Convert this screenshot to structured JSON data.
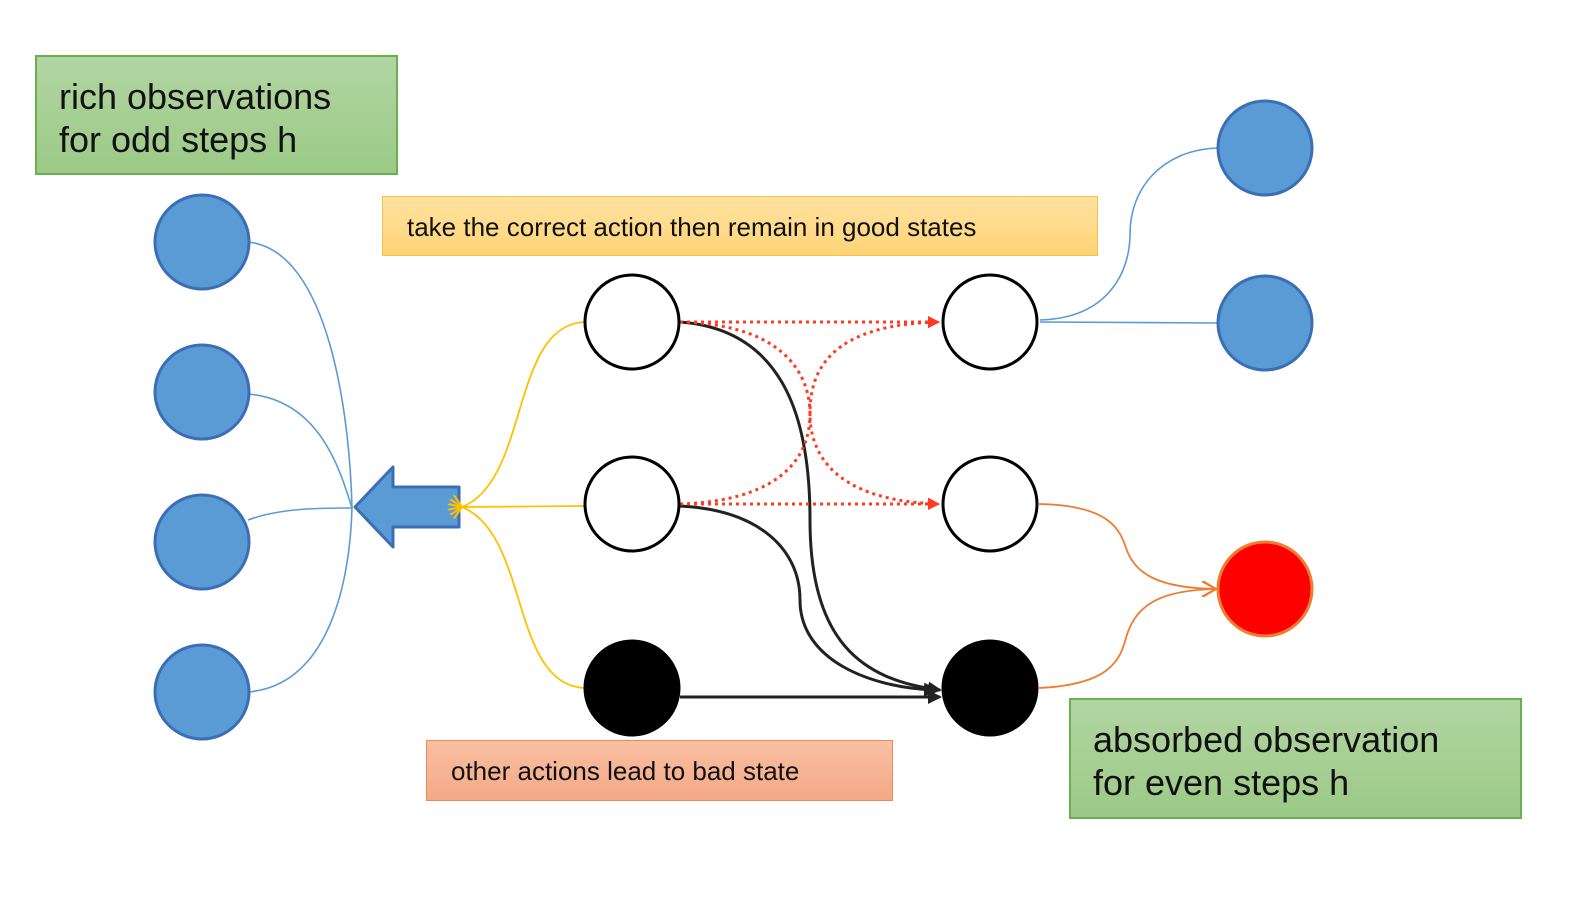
{
  "labels": {
    "rich_observations": [
      "rich observations",
      "for odd steps h"
    ],
    "absorbed_observation": [
      "absorbed observation",
      "for even steps h"
    ],
    "correct_action": "take the correct action then remain in good states",
    "bad_actions": "other actions lead to bad state"
  },
  "colors": {
    "observation_fill": "#5b9bd5",
    "observation_stroke": "#3a6fb5",
    "absorbed_fill": "#ff0000",
    "absorbed_stroke": "#ed7d31",
    "good_state_fill": "#ffffff",
    "bad_state_fill": "#000000",
    "emission_blue": "#5b9bd5",
    "emission_yellow": "#ffc000",
    "emission_orange": "#ed7d31",
    "correct_transition": "#ff3b1f",
    "bad_transition": "#222222",
    "label_green": "#a9d18e",
    "label_yellow": "#ffd966",
    "label_salmon": "#f4b183"
  },
  "icons": {
    "aggregate_arrow": "left-arrow-icon"
  }
}
